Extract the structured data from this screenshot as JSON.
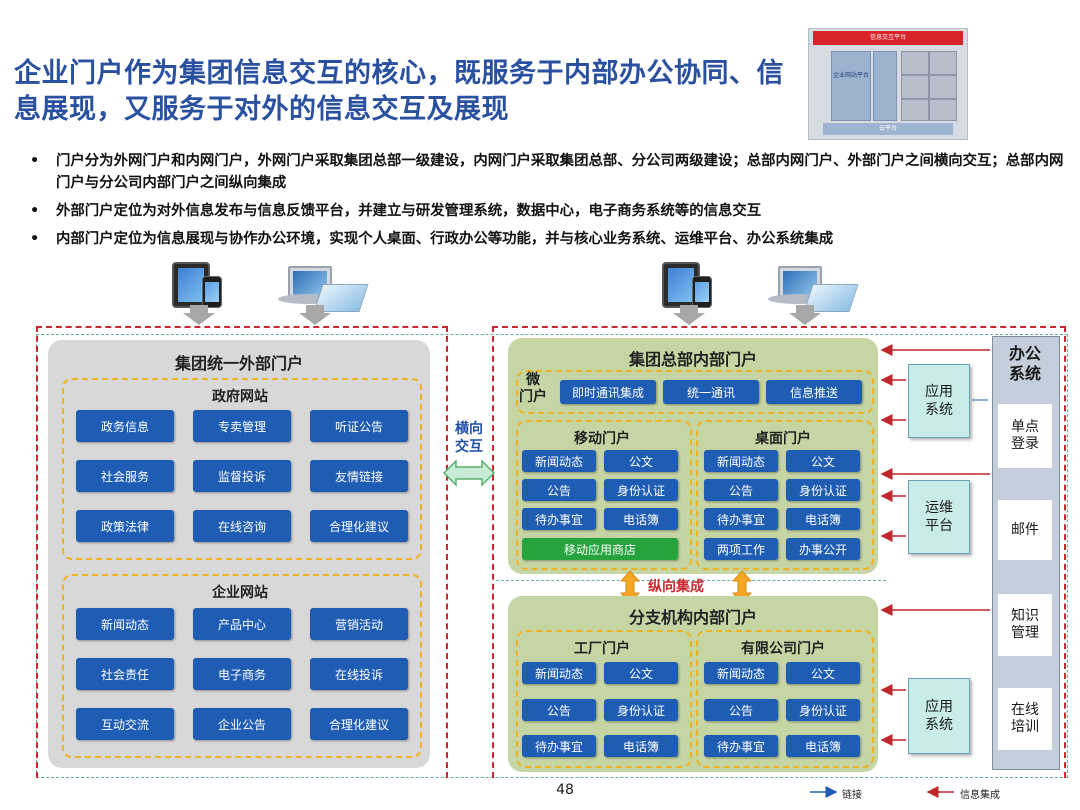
{
  "title": "企业门户作为集团信息交互的核心，既服务于内部办公协同、信息展现，又服务于对外的信息交互及展现",
  "bullets": [
    "门户分为外网门户和内网门户，外网门户采取集团总部一级建设，内网门户采取集团总部、分公司两级建设；总部内网门户、外部门户之间横向交互；总部内网门户与分公司内部门户之间纵向集成",
    "外部门户定位为对外信息发布与信息反馈平台，并建立与研发管理系统，数据中心，电子商务系统等的信息交互",
    "内部门户定位为信息展现与协作办公环境，实现个人桌面、行政办公等功能，并与核心业务系统、运维平台、办公系统集成"
  ],
  "thumbnail": {
    "top_bar": "信息交互平台",
    "left_text": "企业网站平台",
    "base": "云平台"
  },
  "external_portal": {
    "title": "集团统一外部门户",
    "gov_site": {
      "title": "政府网站",
      "items": [
        "政务信息",
        "专卖管理",
        "听证公告",
        "社会服务",
        "监督投诉",
        "友情链接",
        "政策法律",
        "在线咨询",
        "合理化建议"
      ]
    },
    "corp_site": {
      "title": "企业网站",
      "items": [
        "新闻动态",
        "产品中心",
        "营销活动",
        "社会责任",
        "电子商务",
        "在线投诉",
        "互动交流",
        "企业公告",
        "合理化建议"
      ]
    }
  },
  "horizontal_label": "横向\n交互",
  "vertical_label": "纵向集成",
  "hq_portal": {
    "title": "集团总部内部门户",
    "micro_label": "微\n门户",
    "micro_items": [
      "即时通讯集成",
      "统一通讯",
      "信息推送"
    ],
    "mobile": {
      "title": "移动门户",
      "items": [
        "新闻动态",
        "公文",
        "公告",
        "身份认证",
        "待办事宜",
        "电话簿"
      ],
      "store": "移动应用商店"
    },
    "desktop": {
      "title": "桌面门户",
      "items": [
        "新闻动态",
        "公文",
        "公告",
        "身份认证",
        "待办事宜",
        "电话簿",
        "两项工作",
        "办事公开"
      ]
    }
  },
  "branch_portal": {
    "title": "分支机构内部门户",
    "factory": {
      "title": "工厂门户",
      "items": [
        "新闻动态",
        "公文",
        "公告",
        "身份认证",
        "待办事宜",
        "电话簿"
      ]
    },
    "company": {
      "title": "有限公司门户",
      "items": [
        "新闻动态",
        "公文",
        "公告",
        "身份认证",
        "待办事宜",
        "电话簿"
      ]
    }
  },
  "side_systems": {
    "app1": "应用\n系统",
    "ops": "运维\n平台",
    "app2": "应用\n系统"
  },
  "office_system": {
    "title": "办公\n系统",
    "items": [
      "单点\n登录",
      "邮件",
      "知识\n管理",
      "在线\n培训"
    ]
  },
  "legend": {
    "link": "链接",
    "integration": "信息集成"
  },
  "colors": {
    "accent_blue": "#1f5db5",
    "red": "#c8282e",
    "orange": "#f0b323",
    "green_panel": "#c6d5a4"
  },
  "page_number": "48"
}
